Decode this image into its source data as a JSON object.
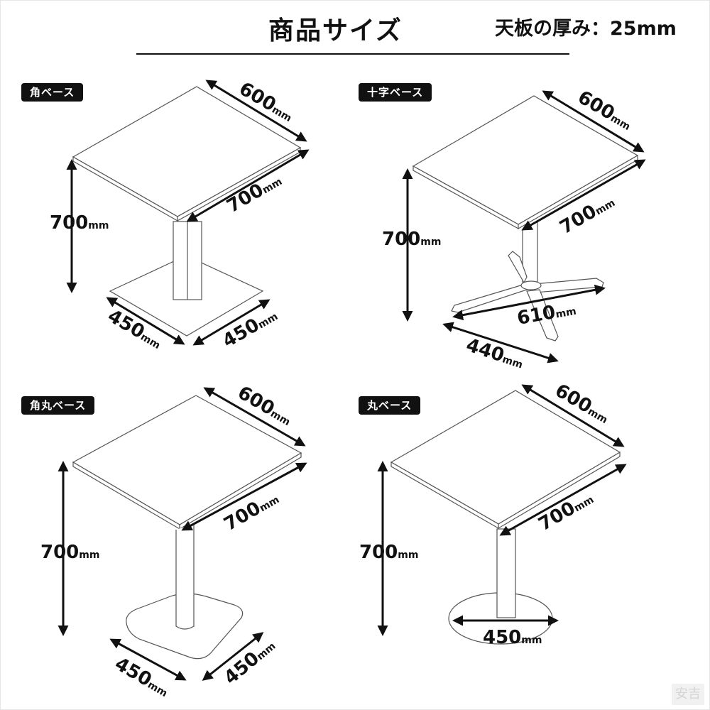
{
  "header": {
    "title": "商品サイズ",
    "thickness_label": "天板の厚み：25mm"
  },
  "panels": [
    {
      "id": "kaku",
      "badge": "角ベース",
      "width": "600",
      "depth": "700",
      "height": "700",
      "base_a": "450",
      "base_b": "450",
      "unit": "mm"
    },
    {
      "id": "juji",
      "badge": "十字ベース",
      "width": "600",
      "depth": "700",
      "height": "700",
      "base_a": "610",
      "base_b": "440",
      "unit": "mm"
    },
    {
      "id": "kakumaru",
      "badge": "角丸ベース",
      "width": "600",
      "depth": "700",
      "height": "700",
      "base_a": "450",
      "base_b": "450",
      "unit": "mm"
    },
    {
      "id": "maru",
      "badge": "丸ベース",
      "width": "600",
      "depth": "700",
      "height": "700",
      "base_a": "450",
      "unit": "mm"
    }
  ],
  "watermark": "安吉"
}
